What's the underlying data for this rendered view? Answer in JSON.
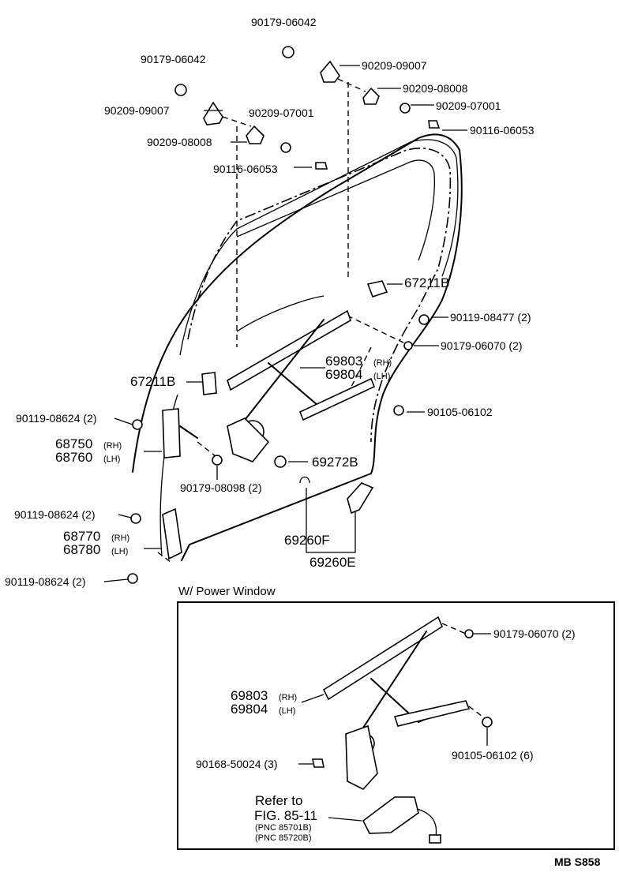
{
  "callouts": {
    "p1": "90179-06042",
    "p2": "90179-06042",
    "p3": "90209-09007",
    "p4": "90209-09007",
    "p5": "90209-08008",
    "p6": "90209-08008",
    "p7": "90209-07001",
    "p8": "90209-07001",
    "p9": "90116-06053",
    "p10": "90116-06053",
    "p11": "67211B",
    "p12": "90119-08477 (2)",
    "p13": "90179-06070 (2)",
    "p14": "69803",
    "p15": "69804",
    "p16": "67211B",
    "p17": "90105-06102",
    "p18": "90119-08624 (2)",
    "p19": "68750",
    "p20": "68760",
    "p21": "69272B",
    "p22": "90179-08098 (2)",
    "p23": "90119-08624 (2)",
    "p24": "68770",
    "p25": "68780",
    "p26": "69260F",
    "p27": "69260E",
    "p28": "90119-08624 (2)"
  },
  "side_tags": {
    "rh": "(RH)",
    "lh": "(LH)"
  },
  "power_window": {
    "title": "W/ Power Window",
    "c1": "90179-06070 (2)",
    "c2": "69803",
    "c3": "69804",
    "c4": "90105-06102 (6)",
    "c5": "90168-50024 (3)",
    "refer_line1": "Refer to",
    "refer_line2": "FIG. 85-11",
    "pnc1": "(PNC 85701B)",
    "pnc2": "(PNC 85720B)"
  },
  "code": "MB  S858"
}
